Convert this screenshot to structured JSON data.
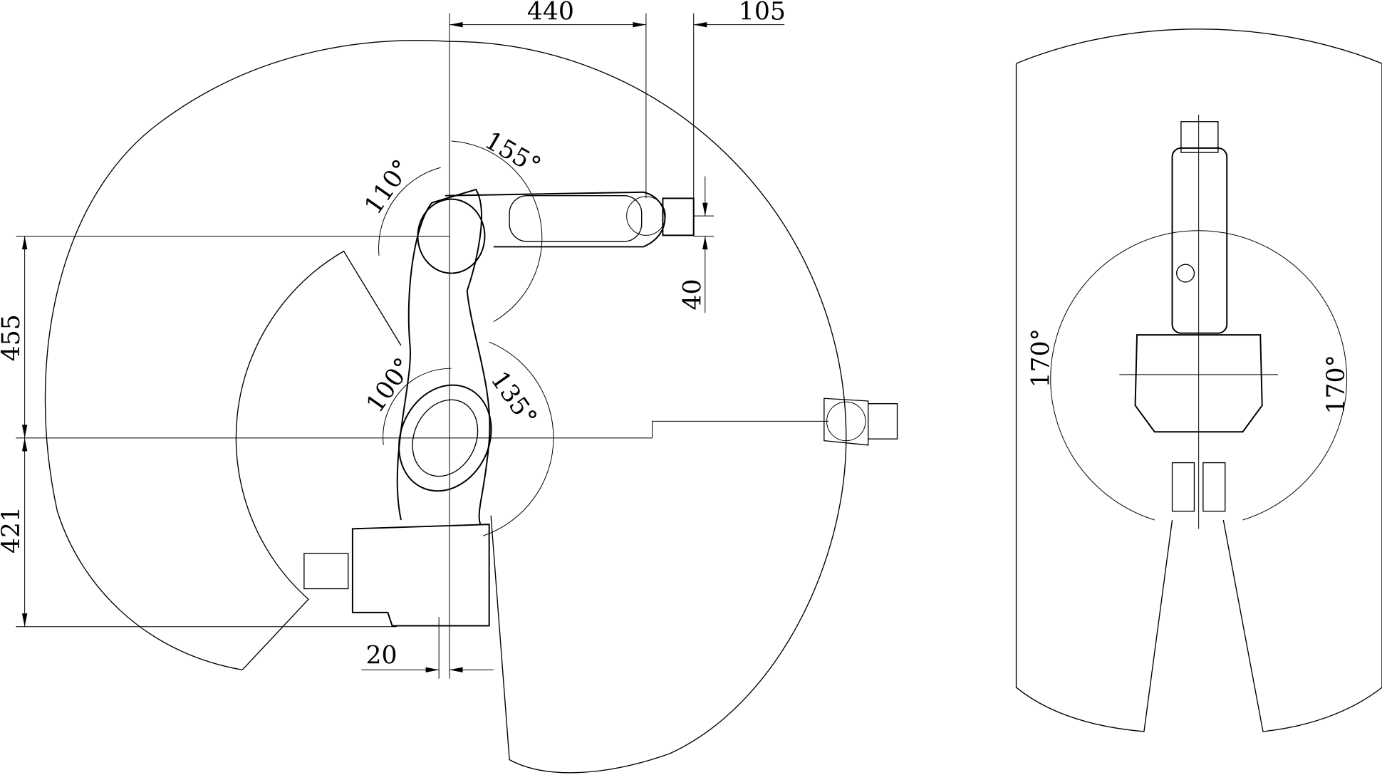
{
  "dimensions": {
    "arm_reach": "440",
    "wrist_offset": "105",
    "upper_height": "455",
    "wrist_drop": "40",
    "base_height": "421",
    "base_offset": "20"
  },
  "angles": {
    "j3_forward": "155°",
    "j3_back": "110°",
    "j2_back": "100°",
    "j2_forward": "135°",
    "j1_left": "170°",
    "j1_right": "170°"
  },
  "colors": {
    "line": "#000000",
    "background": "#ffffff"
  }
}
